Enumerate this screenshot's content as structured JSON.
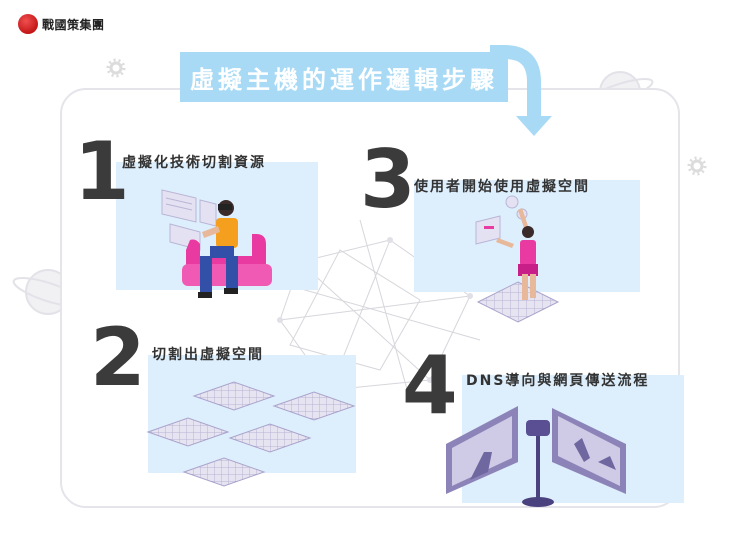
{
  "brand": {
    "name": "戰國策集團",
    "logo_color": "#d11f1f"
  },
  "title": "虛擬主機的運作邏輯步驟",
  "colors": {
    "banner": "#a8daf5",
    "panel": "#ddeefc",
    "number": "#3b3b3b",
    "accent_pink": "#e83aa0",
    "accent_purple": "#8c84b8"
  },
  "steps": [
    {
      "number": "1",
      "label": "虛擬化技術切割資源",
      "icon": "vr-user-on-sofa-icon"
    },
    {
      "number": "2",
      "label": "切割出虛擬空間",
      "icon": "partitioned-tiles-icon"
    },
    {
      "number": "3",
      "label": "使用者開始使用虛擬空間",
      "icon": "vr-user-standing-icon"
    },
    {
      "number": "4",
      "label": "DNS導向與網頁傳送流程",
      "icon": "projector-screens-icon"
    }
  ]
}
